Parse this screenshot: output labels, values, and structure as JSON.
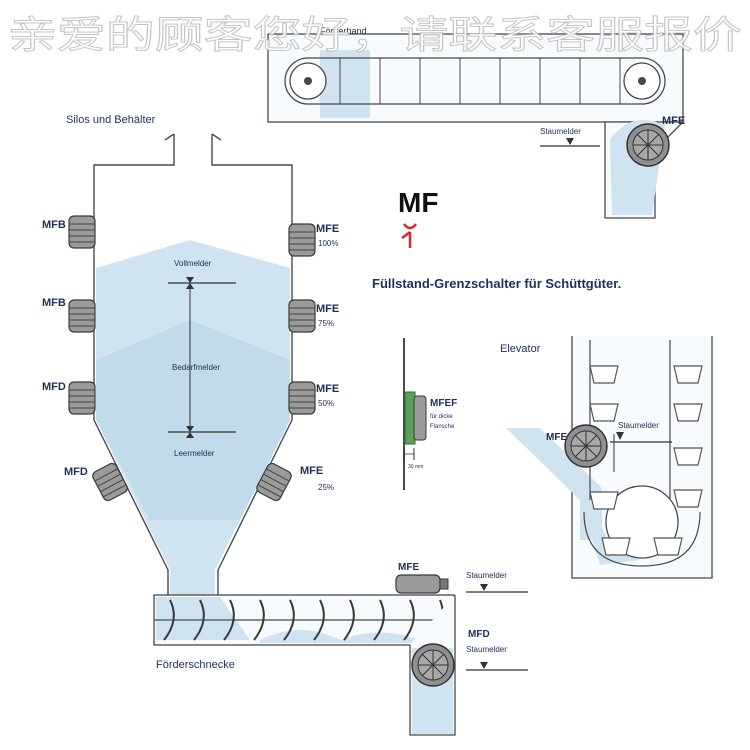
{
  "watermark": "亲爱的顾客您好，请联系客服报价",
  "brand": {
    "logo": "MF",
    "title": "Füllstand-Grenzschalter für Schüttgüter.",
    "accent": "#d62828"
  },
  "colors": {
    "material": "#cfe4f0",
    "material_dark": "#b9d6e6",
    "line": "#4a4a4a",
    "text": "#1d2f5c"
  },
  "silo": {
    "title": "Silos und Behälter",
    "left_sensors": [
      "MFB",
      "MFB",
      "MFD",
      "MFD"
    ],
    "right_sensors": [
      {
        "model": "MFE",
        "level": "100%"
      },
      {
        "model": "MFE",
        "level": "75%"
      },
      {
        "model": "MFE",
        "level": "50%"
      },
      {
        "model": "MFE",
        "level": "25%"
      }
    ],
    "markers": {
      "full": "Vollmelder",
      "demand": "Bedarfmelder",
      "empty": "Leermelder"
    }
  },
  "conveyor": {
    "title": "Förderband",
    "sensor": "MFE",
    "label": "Staumelder"
  },
  "flange": {
    "model": "MFEF",
    "note_1": "für dicke",
    "note_2": "Flansche",
    "dim": "30 mm"
  },
  "elevator": {
    "title": "Elevator",
    "sensor": "MFE",
    "label": "Staumelder"
  },
  "screw": {
    "title": "Förderschnecke",
    "sensor_top": "MFE",
    "label_top": "Staumelder",
    "sensor_bottom": "MFD",
    "label_bottom": "Staumelder"
  }
}
